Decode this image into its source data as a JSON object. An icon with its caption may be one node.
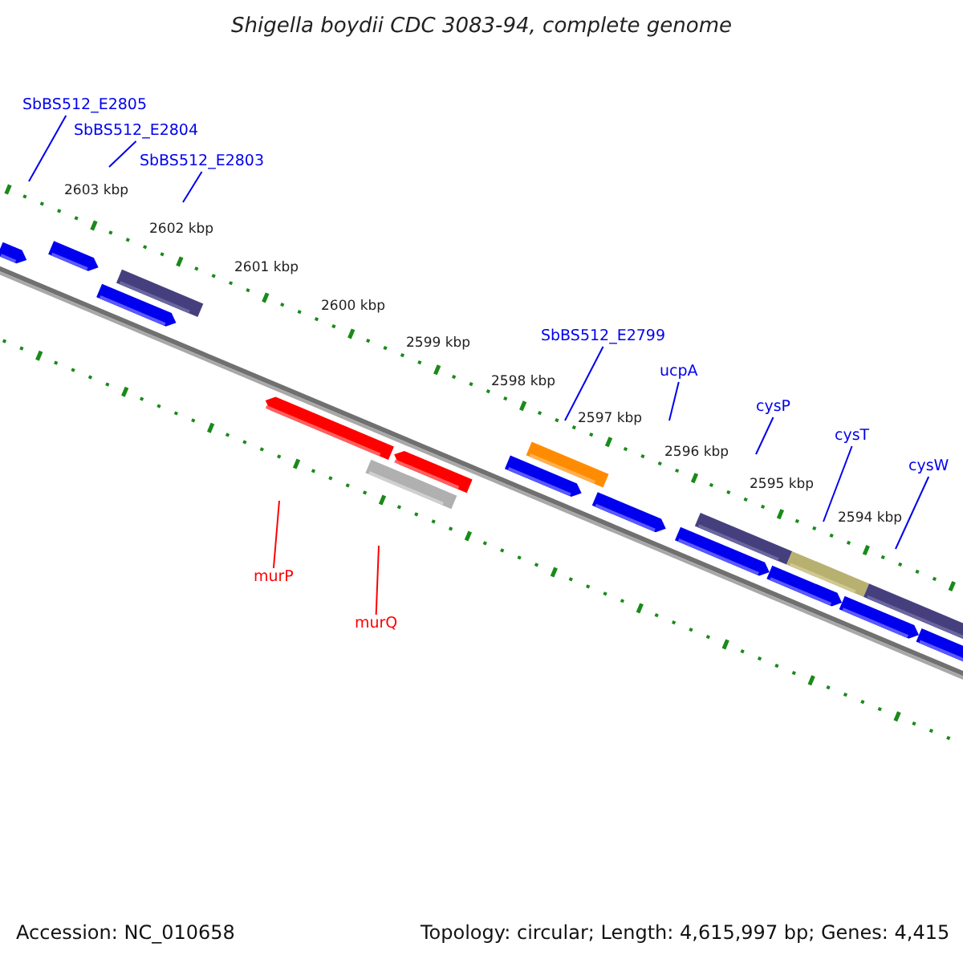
{
  "diagram": {
    "title": "Shigella boydii CDC 3083-94, complete genome",
    "nodes": [
      {
        "text": [
          "SbBS512_E2805"
        ]
      },
      {
        "text": [
          "SbBS512_E2804"
        ]
      },
      {
        "text": [
          "SbBS512_E2803"
        ]
      },
      {
        "text": [
          "SbBS512_E2799"
        ]
      },
      {
        "text": [
          "ucpA"
        ]
      },
      {
        "text": [
          "cysP"
        ]
      },
      {
        "text": [
          "cysT"
        ]
      },
      {
        "text": [
          "cysW"
        ]
      },
      {
        "text": [
          "murP"
        ]
      },
      {
        "text": [
          "murQ"
        ]
      }
    ],
    "edges": [
      {
        "from": 0,
        "to": null,
        "arrow": "none"
      },
      {
        "from": 1,
        "to": null,
        "arrow": "none"
      },
      {
        "from": 2,
        "to": null,
        "arrow": "none"
      },
      {
        "from": 3,
        "to": null,
        "arrow": "none"
      },
      {
        "from": 4,
        "to": null,
        "arrow": "none"
      },
      {
        "from": 5,
        "to": null,
        "arrow": "none"
      },
      {
        "from": 6,
        "to": null,
        "arrow": "none"
      },
      {
        "from": 7,
        "to": null,
        "arrow": "none"
      },
      {
        "from": 8,
        "to": null,
        "arrow": "none",
        "color": "#ff0000"
      },
      {
        "from": 9,
        "to": null,
        "arrow": "none",
        "color": "#ff0000"
      }
    ],
    "labels": [
      "2603 kbp",
      "2602 kbp",
      "2601 kbp",
      "2600 kbp",
      "2599 kbp",
      "2598 kbp",
      "2597 kbp",
      "2596 kbp",
      "2595 kbp",
      "2594 kbp",
      "Accession: NC_010658",
      "Topology: circular; Length: 4,615,997 bp; Genes: 4,415"
    ]
  }
}
